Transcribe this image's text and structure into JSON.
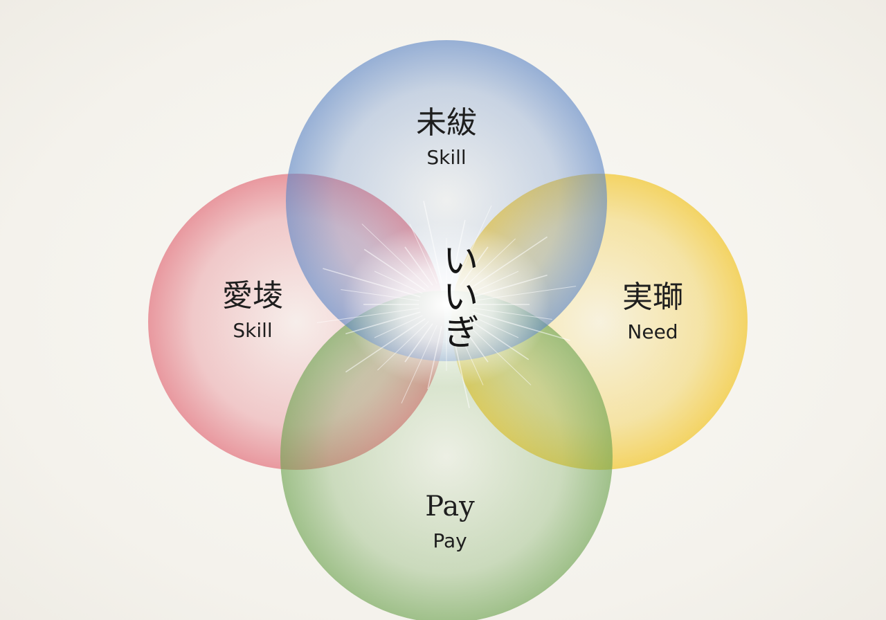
{
  "diagram": {
    "center_label": "いいぎ",
    "circles": [
      {
        "id": "top",
        "main": "未紱",
        "sub": "Skill",
        "color": "#5d86c6"
      },
      {
        "id": "left",
        "main": "愛堎",
        "sub": "Skill",
        "color": "#e0606e"
      },
      {
        "id": "right",
        "main": "実瑡",
        "sub": "Need",
        "color": "#f2c62a"
      },
      {
        "id": "bottom",
        "main": "Pay",
        "sub": "Pay",
        "color": "#6fa452"
      }
    ],
    "center_glow_color": "#ffffff"
  }
}
